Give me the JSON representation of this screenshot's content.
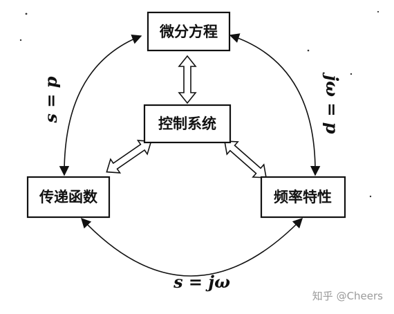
{
  "diagram": {
    "nodes": {
      "differential_equation": "微分方程",
      "control_system": "控制系统",
      "transfer_function": "传递函数",
      "frequency_characteristic": "频率特性"
    },
    "edges": {
      "left_label": "s = p",
      "right_label": "jω = p",
      "bottom_label": "s = jω"
    }
  },
  "watermark": {
    "text": "知乎 @Cheers"
  },
  "colors": {
    "ink": "#111111",
    "background": "#ffffff",
    "watermark": "#9a9a9a"
  }
}
